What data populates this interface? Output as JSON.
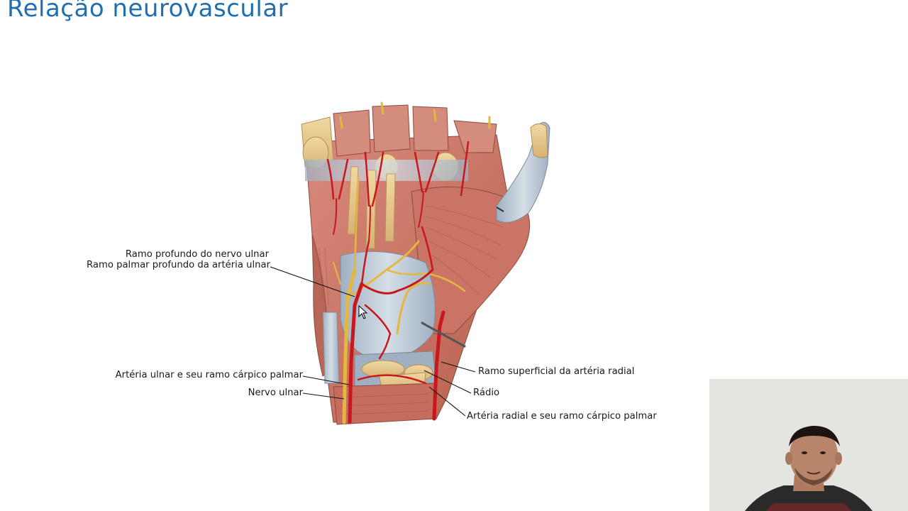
{
  "slide": {
    "title": "Relação neurovascular"
  },
  "labels": {
    "ramo_profundo_nervo_ulnar": "Ramo profundo do nervo ulnar",
    "ramo_palmar_profundo_arteria_ulnar": "Ramo palmar profundo da artéria ulnar",
    "arteria_ulnar_ramo_carpico": "Artéria ulnar e seu ramo cárpico palmar",
    "nervo_ulnar": "Nervo ulnar",
    "ramo_superficial_arteria_radial": "Ramo superficial da artéria radial",
    "radio": "Rádio",
    "arteria_radial_ramo_carpico": "Artéria radial e seu ramo cárpico palmar"
  },
  "colors": {
    "title": "#1f6fb0",
    "muscle": "#c9776b",
    "tendon": "#a9b8c8",
    "bone": "#e6c98f",
    "artery": "#c8171e",
    "nerve": "#e3b83c"
  },
  "icons": {
    "cursor": "mouse-pointer-icon"
  }
}
